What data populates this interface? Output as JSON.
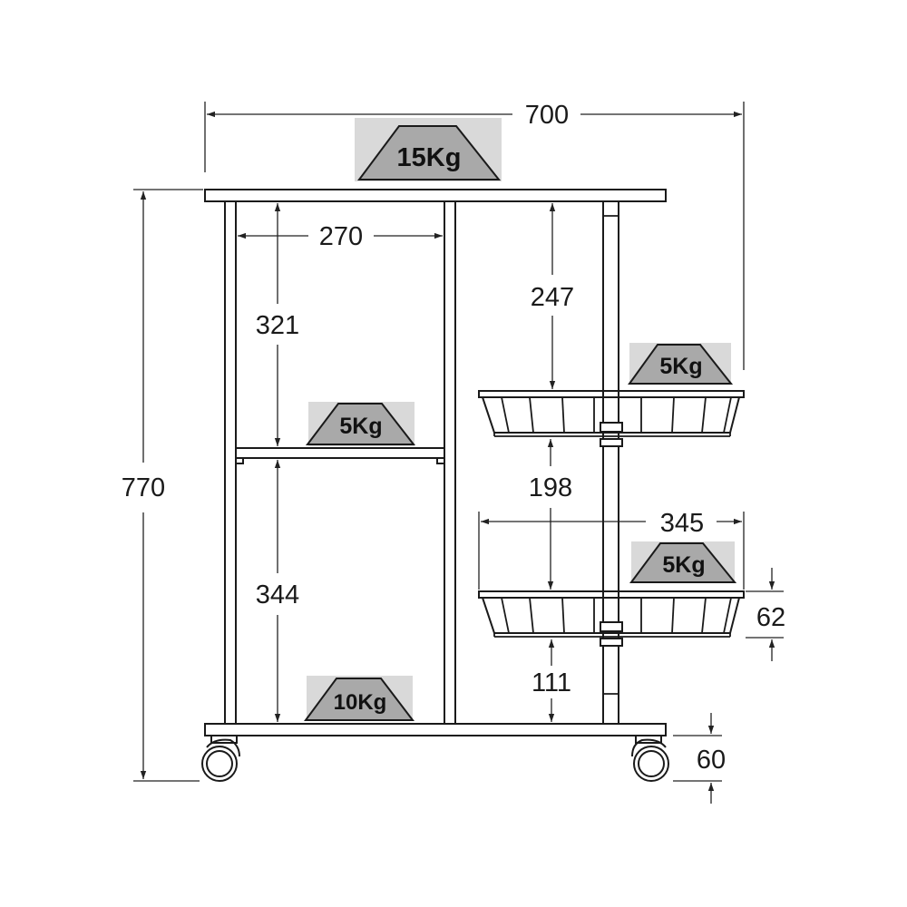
{
  "dimensions": {
    "total_width": "700",
    "total_height": "770",
    "inner_width": "270",
    "upper_compartment_height": "321",
    "lower_compartment_height": "344",
    "top_to_basket": "247",
    "basket_spacing": "198",
    "basket_width": "345",
    "basket_height": "62",
    "bottom_clearance": "111",
    "wheel_height": "60"
  },
  "load_labels": {
    "top_shelf": "15Kg",
    "middle_shelf": "5Kg",
    "bottom_shelf": "10Kg",
    "upper_basket": "5Kg",
    "lower_basket": "5Kg"
  },
  "colors": {
    "line": "#1a1a1a",
    "badge_fill": "#a9a9a9",
    "badge_background": "#d9d9d9"
  }
}
